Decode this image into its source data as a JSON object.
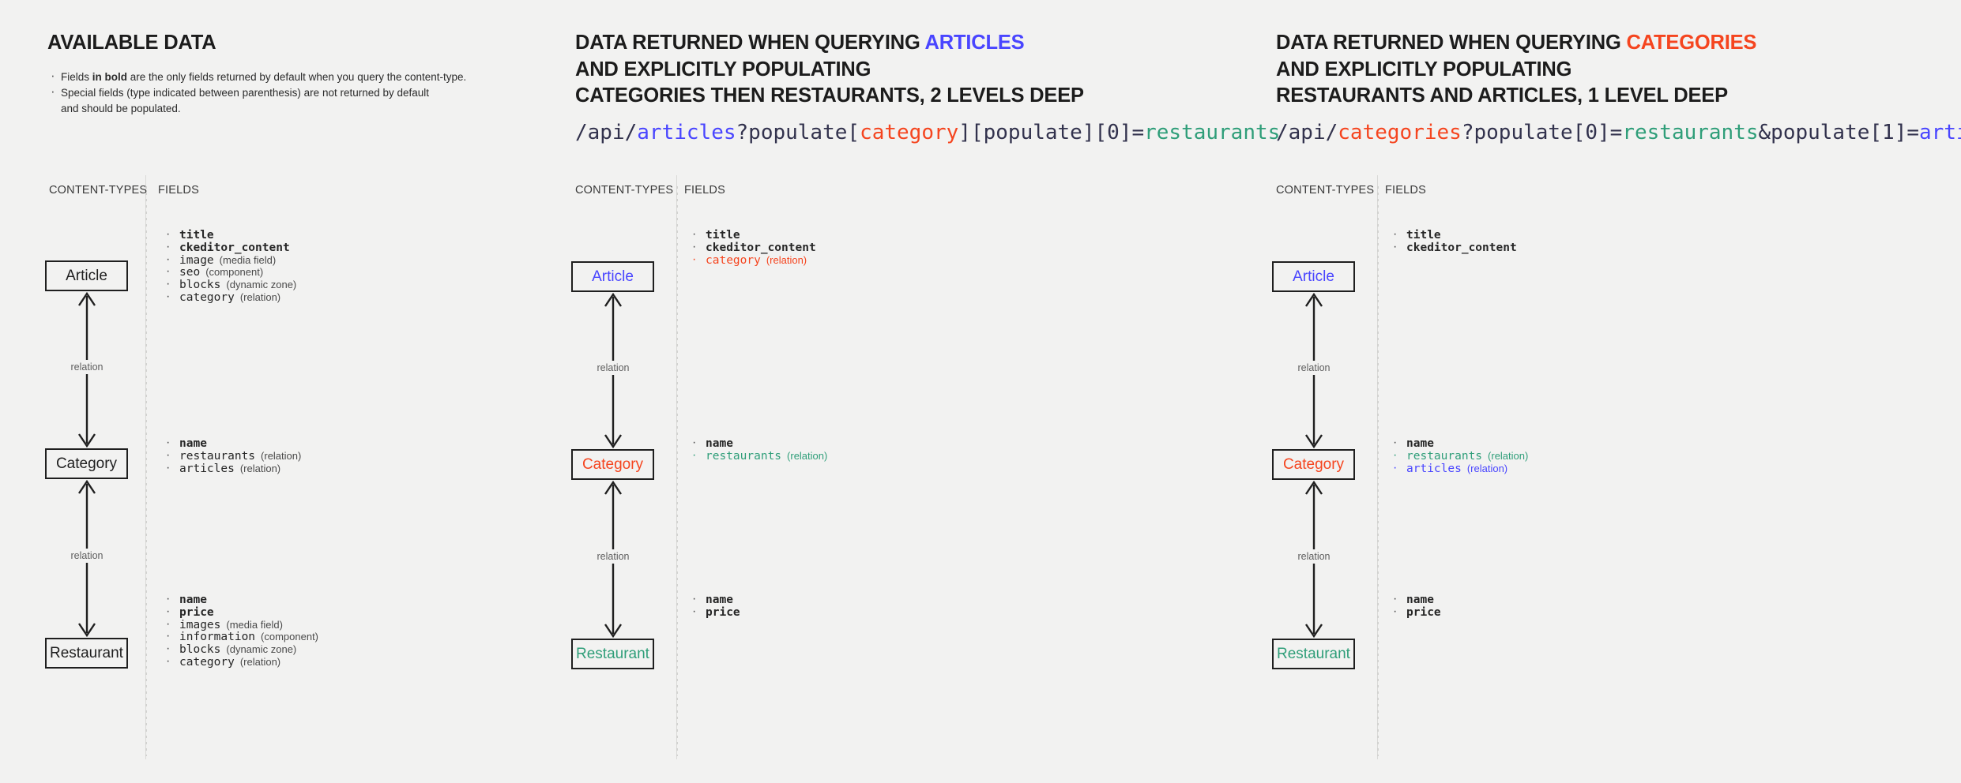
{
  "colors": {
    "background": "#f2f2f1",
    "text": "#2b2b2b",
    "article_blue": "#4945ff",
    "category_red": "#f5451f",
    "restaurant_green": "#2f9e79",
    "box_border": "#1f1f1f",
    "divider": "#d2d2d0"
  },
  "column_headers": {
    "content_types": "CONTENT-TYPES",
    "fields": "FIELDS"
  },
  "relation_label": "relation",
  "panels": [
    {
      "id": "available-data",
      "title_parts": [
        {
          "text": "AVAILABLE DATA",
          "color": "default"
        }
      ],
      "bullets": [
        "Fields in bold are the only fields returned by default when you query the content-type.",
        "Special fields (type indicated between parenthesis) are not returned by default and should be populated."
      ],
      "bullet_1_pre": "Fields ",
      "bullet_1_bold": "in bold",
      "bullet_1_post": " are the only fields returned by default when you query the content-type.",
      "bullet_2_line1": "Special fields (type indicated between parenthesis) are not returned by default",
      "bullet_2_line2": "and should be populated.",
      "api_path": null,
      "nodes": [
        {
          "label": "Article",
          "color": "default"
        },
        {
          "label": "Category",
          "color": "default"
        },
        {
          "label": "Restaurant",
          "color": "default"
        }
      ],
      "field_groups": [
        [
          {
            "name": "title",
            "type": "",
            "bold": true,
            "color": "default"
          },
          {
            "name": "ckeditor_content",
            "type": "",
            "bold": true,
            "color": "default"
          },
          {
            "name": "image",
            "type": "(media field)",
            "bold": false,
            "color": "default"
          },
          {
            "name": "seo",
            "type": "(component)",
            "bold": false,
            "color": "default"
          },
          {
            "name": "blocks",
            "type": "(dynamic zone)",
            "bold": false,
            "color": "default"
          },
          {
            "name": "category",
            "type": "(relation)",
            "bold": false,
            "color": "default"
          }
        ],
        [
          {
            "name": "name",
            "type": "",
            "bold": true,
            "color": "default"
          },
          {
            "name": "restaurants",
            "type": "(relation)",
            "bold": false,
            "color": "default"
          },
          {
            "name": "articles",
            "type": "(relation)",
            "bold": false,
            "color": "default"
          }
        ],
        [
          {
            "name": "name",
            "type": "",
            "bold": true,
            "color": "default"
          },
          {
            "name": "price",
            "type": "",
            "bold": true,
            "color": "default"
          },
          {
            "name": "images",
            "type": "(media field)",
            "bold": false,
            "color": "default"
          },
          {
            "name": "information",
            "type": "(component)",
            "bold": false,
            "color": "default"
          },
          {
            "name": "blocks",
            "type": "(dynamic zone)",
            "bold": false,
            "color": "default"
          },
          {
            "name": "category",
            "type": "(relation)",
            "bold": false,
            "color": "default"
          }
        ]
      ]
    },
    {
      "id": "query-articles",
      "title_line1_pre": "DATA RETURNED WHEN QUERYING ",
      "title_line1_accent": "ARTICLES",
      "title_line1_accent_color": "blue",
      "title_line2": "AND EXPLICITLY POPULATING",
      "title_line3": "CATEGORIES THEN RESTAURANTS, 2 LEVELS DEEP",
      "api_path_tokens": [
        {
          "t": "/api/",
          "c": "default"
        },
        {
          "t": "articles",
          "c": "blue"
        },
        {
          "t": "?populate[",
          "c": "default"
        },
        {
          "t": "category",
          "c": "red"
        },
        {
          "t": "][populate][0]=",
          "c": "default"
        },
        {
          "t": "restaurants",
          "c": "green"
        }
      ],
      "nodes": [
        {
          "label": "Article",
          "color": "blue"
        },
        {
          "label": "Category",
          "color": "red"
        },
        {
          "label": "Restaurant",
          "color": "green"
        }
      ],
      "field_groups": [
        [
          {
            "name": "title",
            "type": "",
            "bold": true,
            "color": "default"
          },
          {
            "name": "ckeditor_content",
            "type": "",
            "bold": true,
            "color": "default"
          },
          {
            "name": "category",
            "type": "(relation)",
            "bold": false,
            "color": "red"
          }
        ],
        [
          {
            "name": "name",
            "type": "",
            "bold": true,
            "color": "default"
          },
          {
            "name": "restaurants",
            "type": "(relation)",
            "bold": false,
            "color": "green"
          }
        ],
        [
          {
            "name": "name",
            "type": "",
            "bold": true,
            "color": "default"
          },
          {
            "name": "price",
            "type": "",
            "bold": true,
            "color": "default"
          }
        ]
      ]
    },
    {
      "id": "query-categories",
      "title_line1_pre": "DATA RETURNED WHEN QUERYING ",
      "title_line1_accent": "CATEGORIES",
      "title_line1_accent_color": "red",
      "title_line2": "AND EXPLICITLY POPULATING",
      "title_line3": "RESTAURANTS AND ARTICLES, 1 LEVEL DEEP",
      "api_path_tokens": [
        {
          "t": "/api/",
          "c": "default"
        },
        {
          "t": "categories",
          "c": "red"
        },
        {
          "t": "?populate[0]=",
          "c": "default"
        },
        {
          "t": "restaurants",
          "c": "green"
        },
        {
          "t": "&populate[1]=",
          "c": "default"
        },
        {
          "t": "articles",
          "c": "blue"
        }
      ],
      "nodes": [
        {
          "label": "Article",
          "color": "blue"
        },
        {
          "label": "Category",
          "color": "red"
        },
        {
          "label": "Restaurant",
          "color": "green"
        }
      ],
      "field_groups": [
        [
          {
            "name": "title",
            "type": "",
            "bold": true,
            "color": "default"
          },
          {
            "name": "ckeditor_content",
            "type": "",
            "bold": true,
            "color": "default"
          }
        ],
        [
          {
            "name": "name",
            "type": "",
            "bold": true,
            "color": "default"
          },
          {
            "name": "restaurants",
            "type": "(relation)",
            "bold": false,
            "color": "green"
          },
          {
            "name": "articles",
            "type": "(relation)",
            "bold": false,
            "color": "blue"
          }
        ],
        [
          {
            "name": "name",
            "type": "",
            "bold": true,
            "color": "default"
          },
          {
            "name": "price",
            "type": "",
            "bold": true,
            "color": "default"
          }
        ]
      ]
    }
  ]
}
